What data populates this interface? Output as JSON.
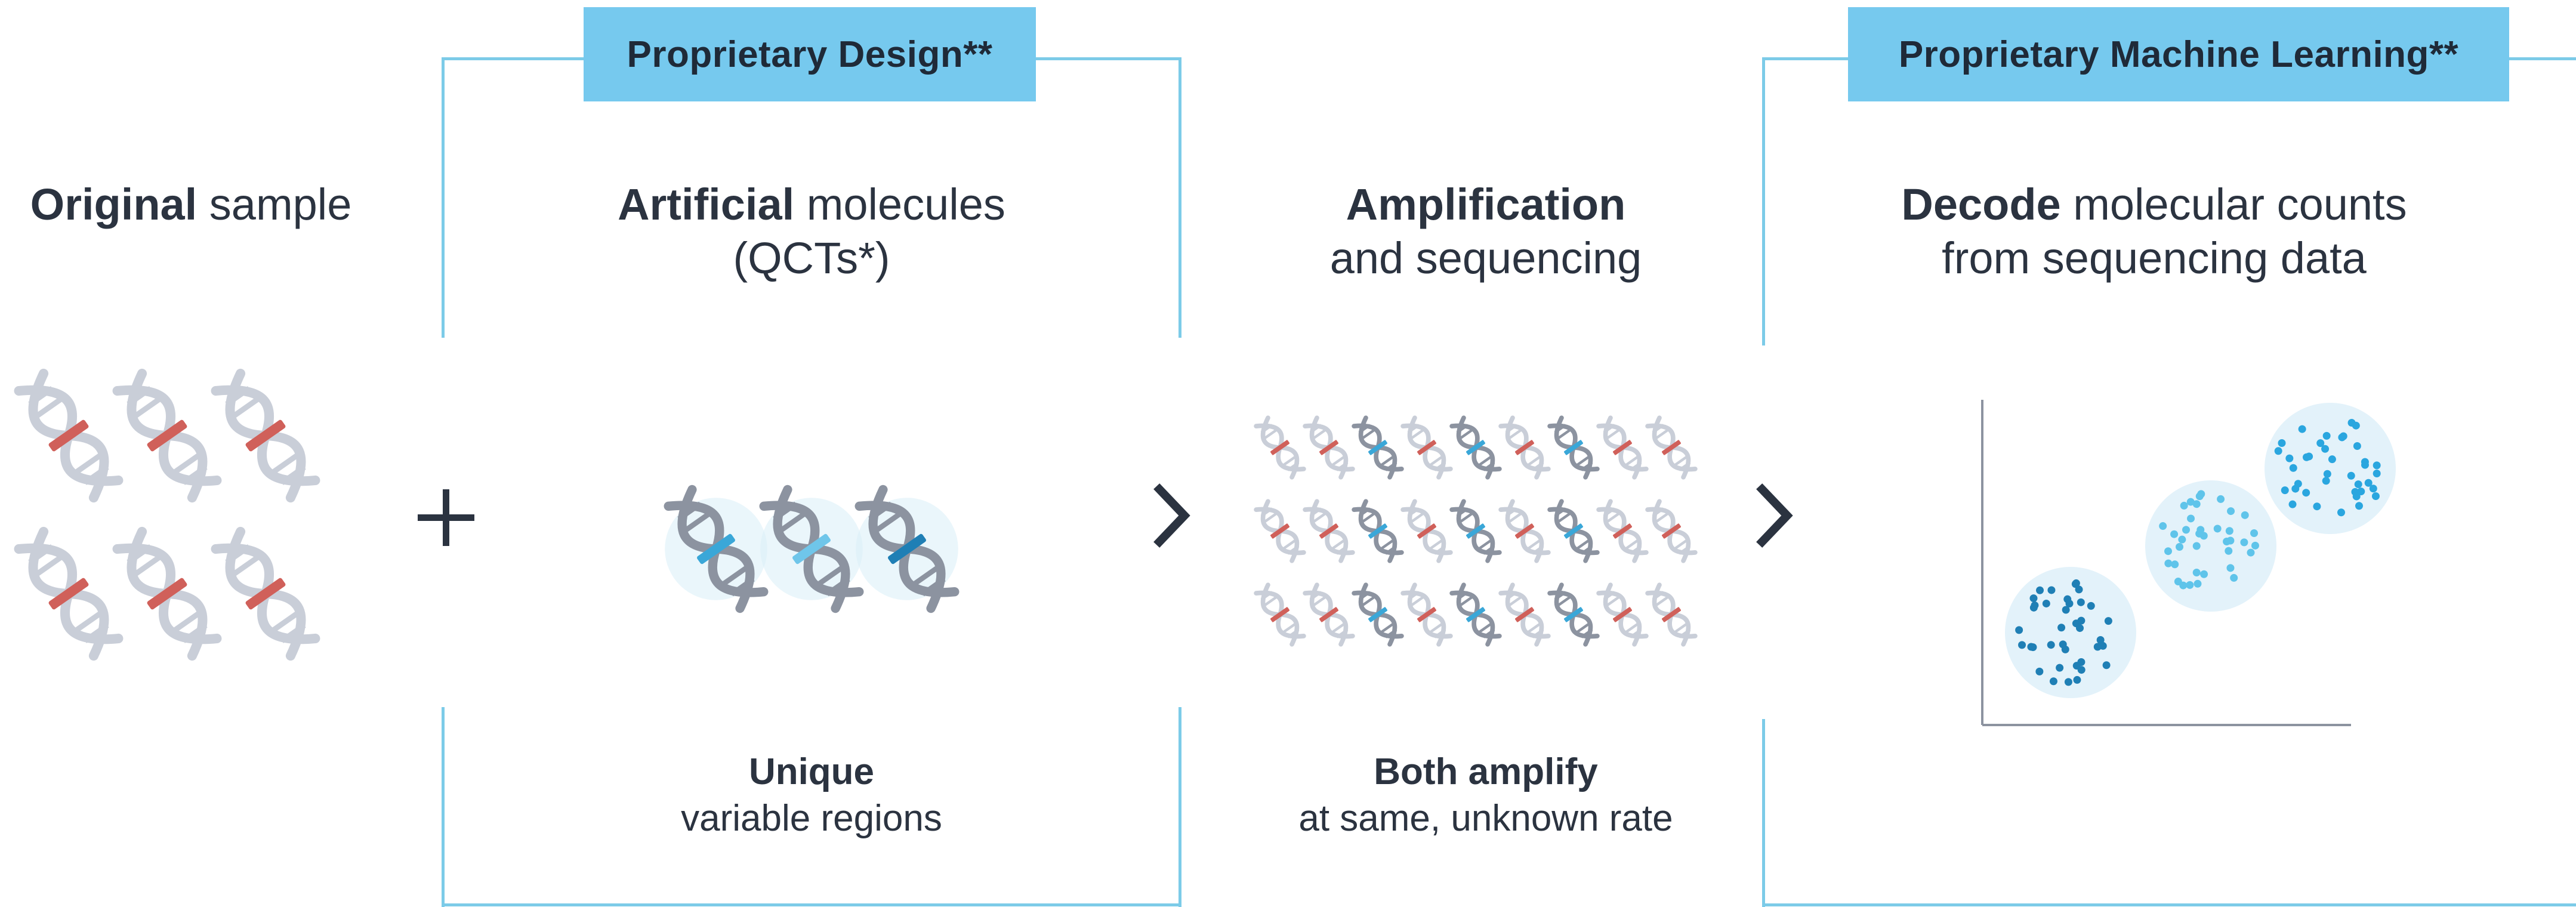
{
  "tags": {
    "design": "Proprietary Design**",
    "ml": "Proprietary Machine Learning**"
  },
  "steps": [
    {
      "bold": "Original",
      "rest": " sample",
      "line2": ""
    },
    {
      "bold": "Artificial",
      "rest": " molecules",
      "line2": "(QCTs*)"
    },
    {
      "bold": "Amplification",
      "rest": "",
      "line2": "and sequencing"
    },
    {
      "bold": "Decode",
      "rest": " molecular counts",
      "line2": "from sequencing data"
    }
  ],
  "captions": [
    {
      "bold": "Unique",
      "line2": "variable regions"
    },
    {
      "bold": "Both amplify",
      "line2": "at same, unknown rate"
    }
  ],
  "icons": [
    "plus-icon",
    "chevron-right-icon",
    "dna-icon",
    "scatter-plot-icon"
  ],
  "colors": {
    "frame": "#7ccbe8",
    "tag_bg": "#76c9ee",
    "text": "#2b3340",
    "dna_strand": "#c9ced8",
    "dna_strand_dark": "#8c93a0",
    "red_pair": "#d0605a",
    "blue_pair": "#3aa7d8",
    "cluster_dark": "#1f7fb5",
    "cluster_mid": "#5fc4ea",
    "cluster_light": "#2aa6df"
  }
}
